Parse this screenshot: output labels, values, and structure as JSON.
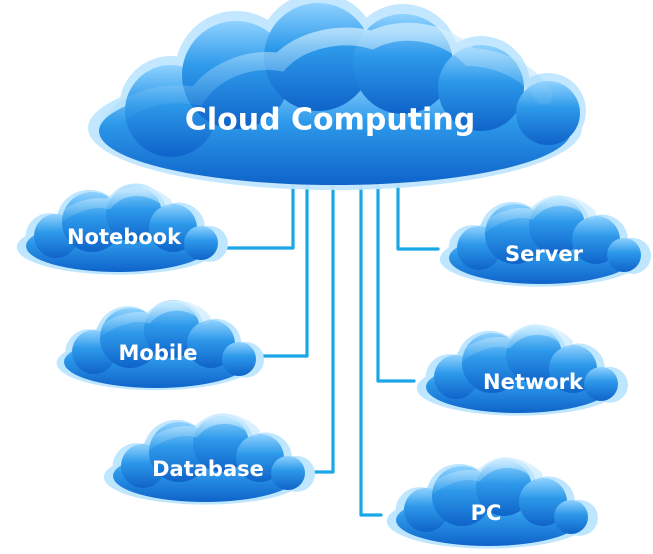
{
  "diagram": {
    "main": {
      "label": "Cloud Computing"
    },
    "nodes": [
      {
        "id": "notebook",
        "label": "Notebook"
      },
      {
        "id": "mobile",
        "label": "Mobile"
      },
      {
        "id": "database",
        "label": "Database"
      },
      {
        "id": "server",
        "label": "Server"
      },
      {
        "id": "network",
        "label": "Network"
      },
      {
        "id": "pc",
        "label": "PC"
      }
    ]
  },
  "colors": {
    "cloud_fill_top": "#8fd2ff",
    "cloud_fill_mid": "#2d99ea",
    "cloud_fill_bottom": "#0f63c9",
    "cloud_outline": "#bfe6ff",
    "connector": "#1aa7e6"
  }
}
